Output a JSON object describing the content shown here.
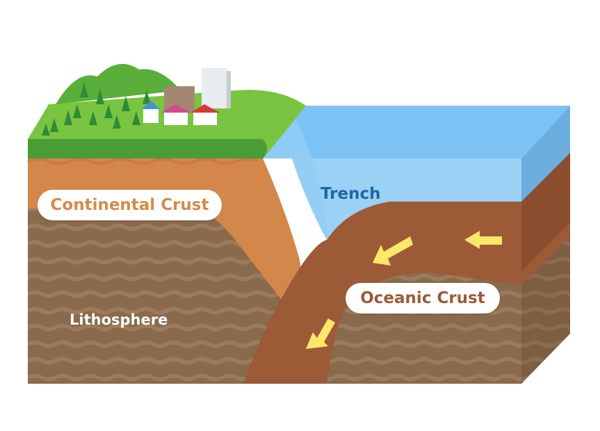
{
  "labels": {
    "continental_crust": "Continental Crust",
    "trench": "Trench",
    "oceanic_crust": "Oceanic Crust",
    "lithosphere": "Lithosphere"
  },
  "colors": {
    "sky_water": "#6fb8f2",
    "water_deep": "#5aa6e6",
    "grass": "#5aae3a",
    "grass_top": "#79c440",
    "continental_crust": "#d4874b",
    "lithosphere": "#8a6a4c",
    "lithosphere_band": "#9a7a5a",
    "oceanic_crust": "#9c5a37",
    "arrow": "#fbe86a"
  }
}
